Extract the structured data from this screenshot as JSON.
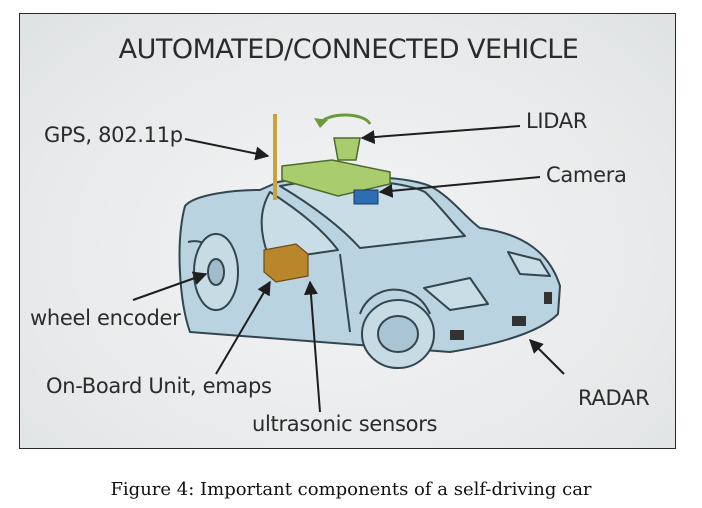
{
  "figure": {
    "title": "AUTOMATED/CONNECTED VEHICLE",
    "labels": {
      "gps": "GPS, 802.11p",
      "lidar": "LIDAR",
      "camera": "Camera",
      "wheel_encoder": "wheel encoder",
      "obu": "On-Board Unit, emaps",
      "ultrasonic": "ultrasonic sensors",
      "radar": "RADAR"
    },
    "colors": {
      "car_body": "#b9d3e0",
      "car_outline": "#33454f",
      "sensor_green": "#a9cc6e",
      "obu_box": "#b9862c",
      "camera_blue": "#2c6db3"
    }
  },
  "caption": "Figure 4: Important components of a self-driving car"
}
